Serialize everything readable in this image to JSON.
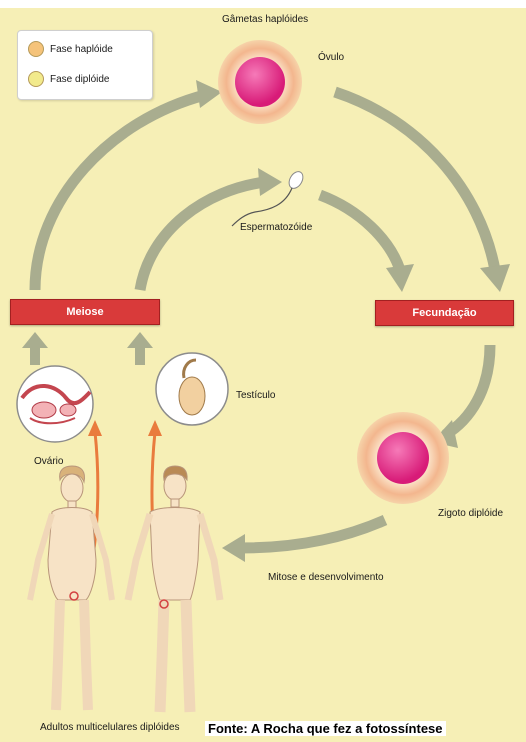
{
  "legend": {
    "haploid_label": "Fase haplóide",
    "diploid_label": "Fase diplóide",
    "haploid_color": "#f5c37a",
    "diploid_color": "#f2ea8c"
  },
  "labels": {
    "gametes": "Gâmetas haplóides",
    "ovum": "Óvulo",
    "sperm": "Espermatozóide",
    "meiosis": "Meiose",
    "fertilization": "Fecundação",
    "testicle": "Testículo",
    "ovary": "Ovário",
    "zygote": "Zigoto diplóide",
    "mitosis": "Mitose e desenvolvimento",
    "adults": "Adultos multicelulares diplóides"
  },
  "source": "Fonte: A Rocha que fez a fotossíntese",
  "colors": {
    "background": "#f6efb6",
    "arrow": "#a9ad8f",
    "red_bar": "#d93a3a",
    "cell_pink": "#e83a8e",
    "cell_halo": "#f7c9a8",
    "orange_arrow": "#e97b3d"
  }
}
